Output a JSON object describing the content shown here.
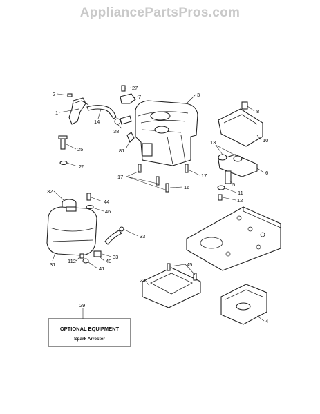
{
  "watermark": "AppliancePartsPros.com",
  "callouts": [
    {
      "id": "c2",
      "text": "2"
    },
    {
      "id": "c1",
      "text": "1"
    },
    {
      "id": "c14",
      "text": "14"
    },
    {
      "id": "c27",
      "text": "27"
    },
    {
      "id": "c7",
      "text": "7"
    },
    {
      "id": "c3",
      "text": "3"
    },
    {
      "id": "c8",
      "text": "8"
    },
    {
      "id": "c38",
      "text": "38"
    },
    {
      "id": "c81",
      "text": "81"
    },
    {
      "id": "c10",
      "text": "10"
    },
    {
      "id": "c25",
      "text": "25"
    },
    {
      "id": "c26",
      "text": "26"
    },
    {
      "id": "c13",
      "text": "13"
    },
    {
      "id": "c6",
      "text": "6"
    },
    {
      "id": "c17a",
      "text": "17"
    },
    {
      "id": "c17b",
      "text": "17"
    },
    {
      "id": "c16",
      "text": "16"
    },
    {
      "id": "c5",
      "text": "5"
    },
    {
      "id": "c11",
      "text": "11"
    },
    {
      "id": "c12",
      "text": "12"
    },
    {
      "id": "c32",
      "text": "32"
    },
    {
      "id": "c44",
      "text": "44"
    },
    {
      "id": "c46",
      "text": "46"
    },
    {
      "id": "c33a",
      "text": "33"
    },
    {
      "id": "c33b",
      "text": "33"
    },
    {
      "id": "c31",
      "text": "31"
    },
    {
      "id": "c40",
      "text": "40"
    },
    {
      "id": "c112",
      "text": "112"
    },
    {
      "id": "c41",
      "text": "41"
    },
    {
      "id": "c45",
      "text": "45"
    },
    {
      "id": "c23",
      "text": "23"
    },
    {
      "id": "c29",
      "text": "29"
    },
    {
      "id": "c4",
      "text": "4"
    }
  ],
  "optional_box": {
    "title": "OPTIONAL EQUIPMENT",
    "subtitle": "Spark Arrester"
  }
}
